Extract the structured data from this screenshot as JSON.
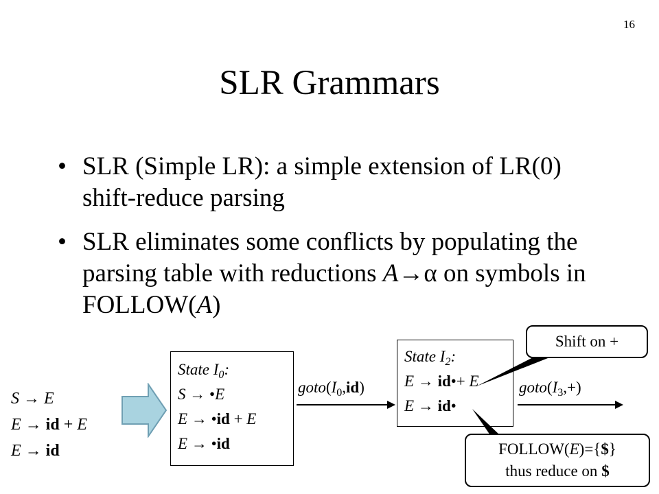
{
  "slide": {
    "page_number": "16",
    "title": "SLR Grammars",
    "bullets": [
      "SLR (Simple LR): a simple extension of LR(0) shift-reduce parsing",
      "SLR eliminates some conflicts by populating the parsing table with reductions A→α on symbols in FOLLOW(A)"
    ],
    "bullet_marker": "•"
  },
  "grammar": {
    "arrow": "→",
    "rules": [
      "S → E",
      "E → id + E",
      "E → id"
    ]
  },
  "state0": {
    "heading": "State I0:",
    "items": [
      "S → •E",
      "E → •id + E",
      "E → •id"
    ]
  },
  "state2": {
    "heading": "State I2:",
    "items": [
      "E → id•+ E",
      "E → id•"
    ]
  },
  "transitions": {
    "goto0": "goto(I0,id)",
    "goto3": "goto(I3,+)"
  },
  "callouts": {
    "shift": "Shift on +",
    "follow_line1": "FOLLOW(E)={$}",
    "follow_line2": "thus reduce on $"
  },
  "colors": {
    "arrow_fill": "#a9d3e0",
    "arrow_stroke": "#6f9fb3",
    "line": "#000000"
  }
}
